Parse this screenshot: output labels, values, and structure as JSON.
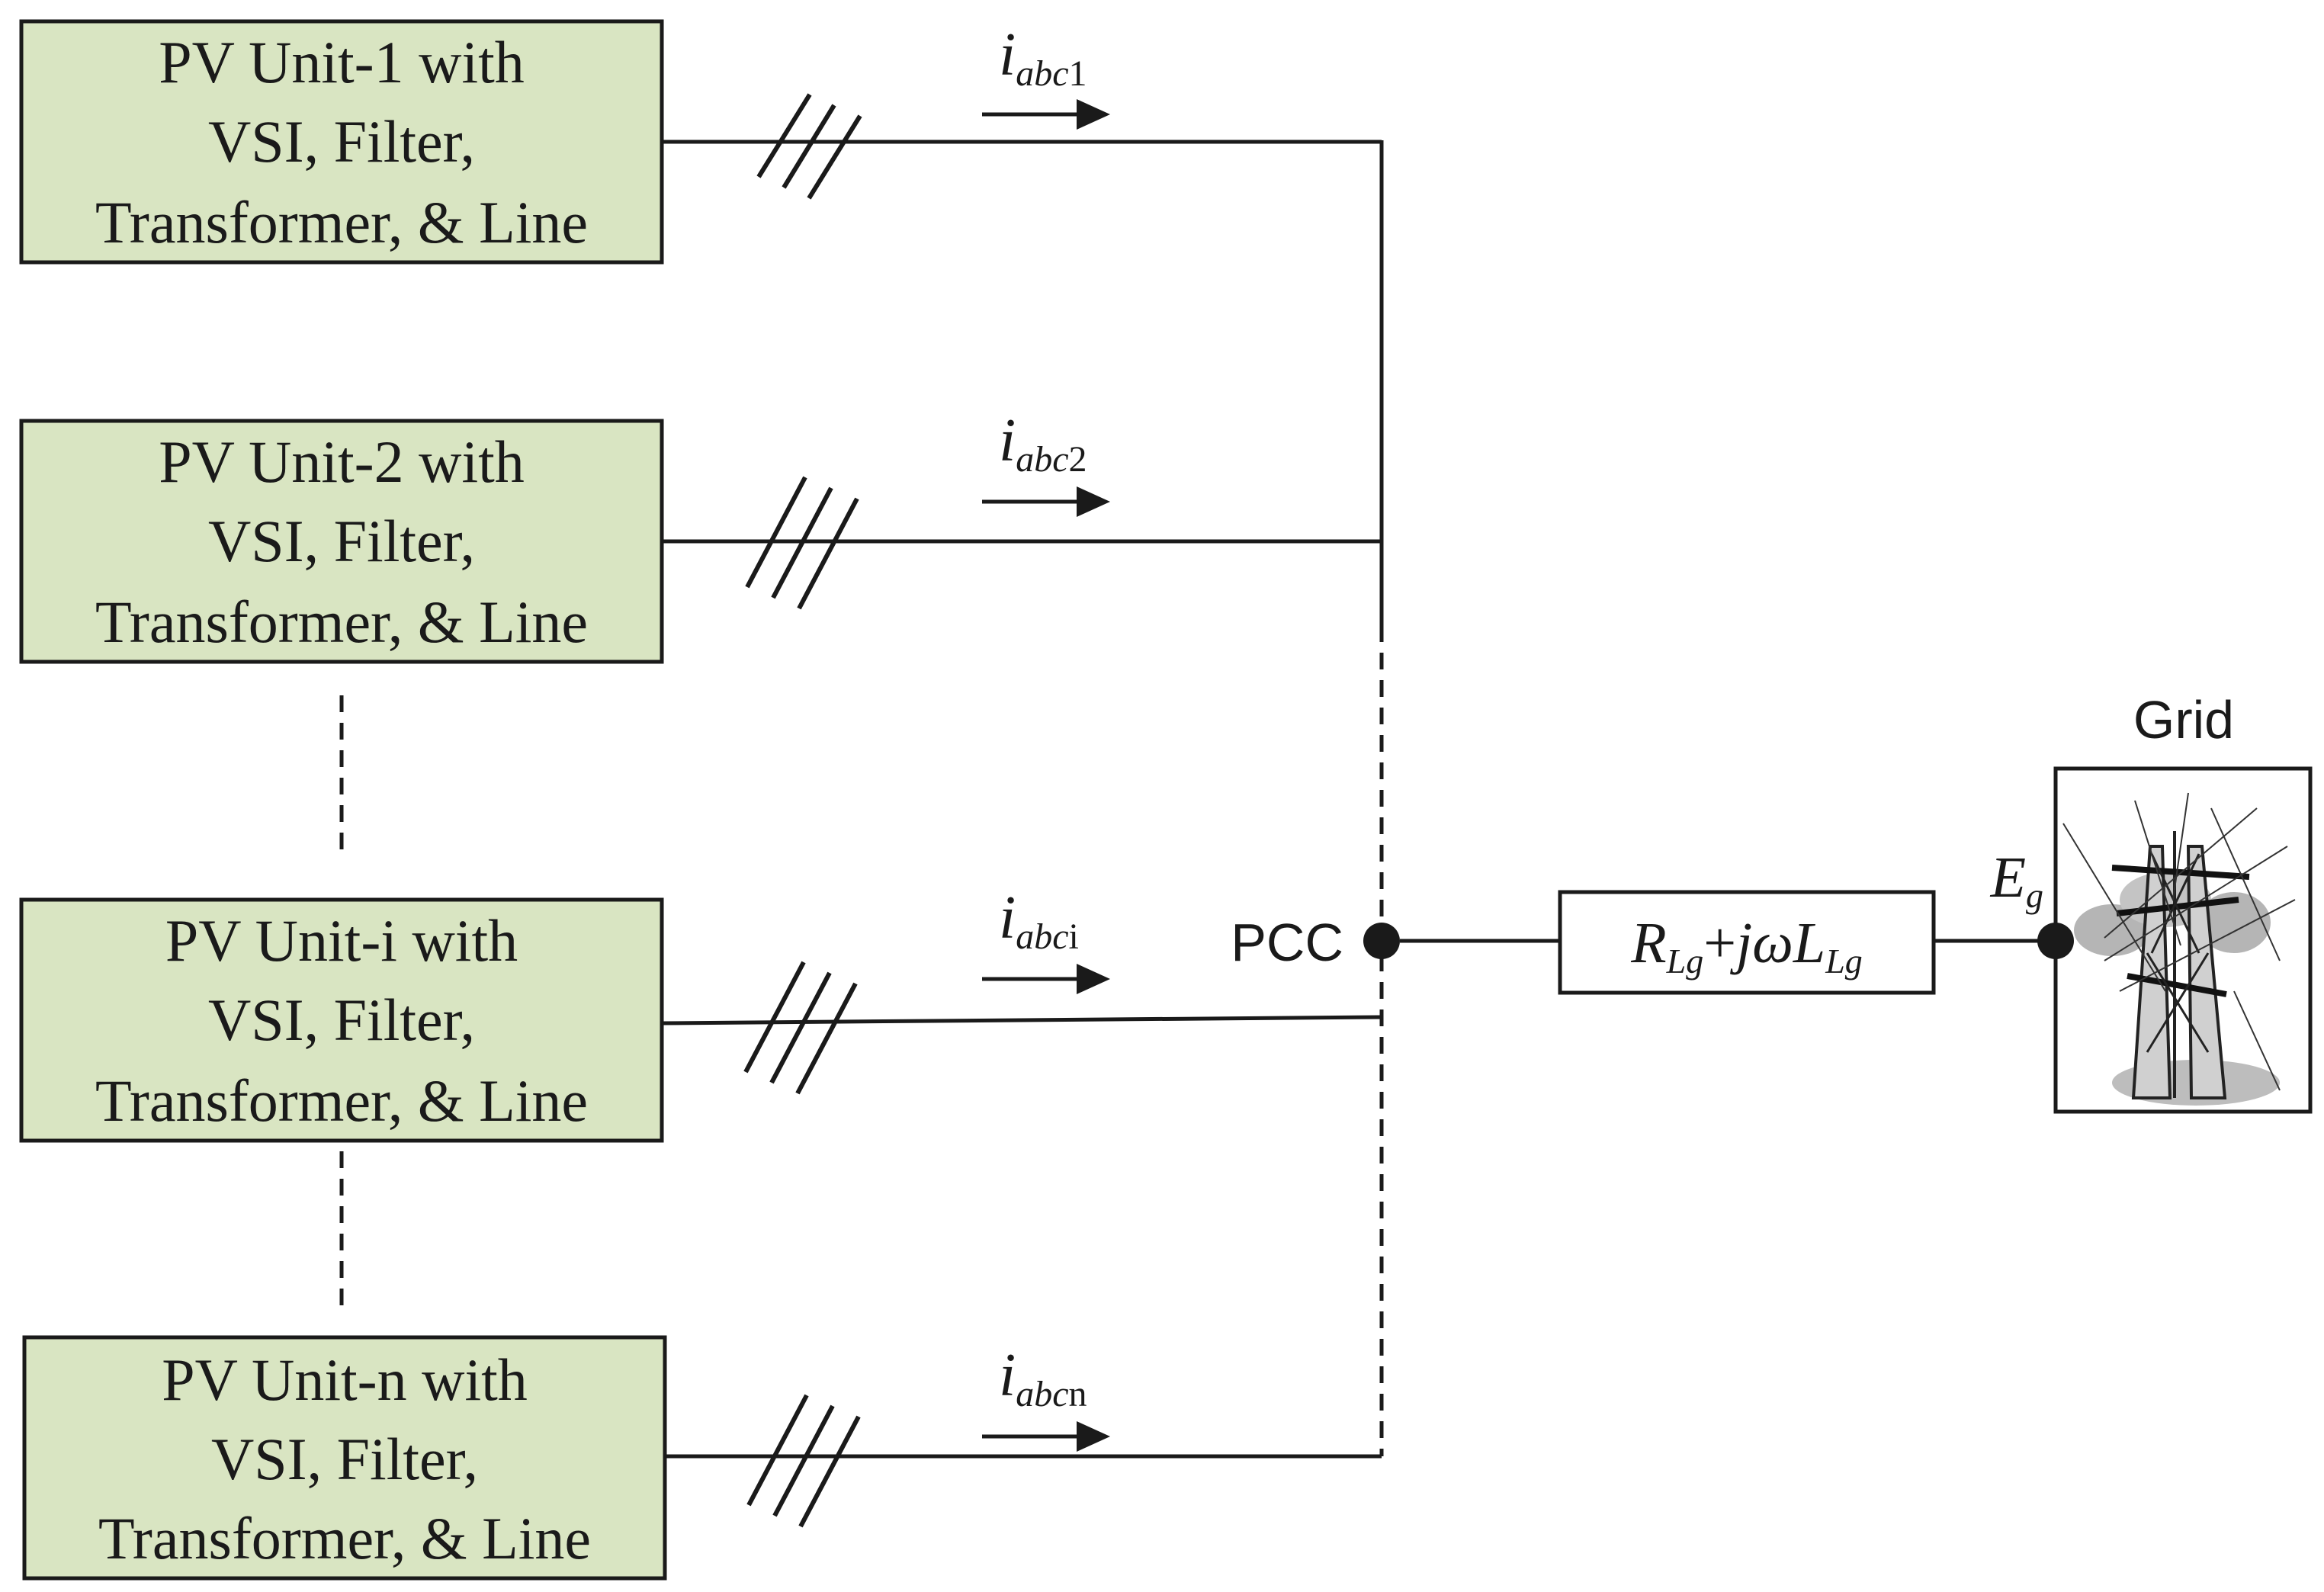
{
  "units": [
    {
      "lines": [
        "PV Unit-1 with",
        "VSI, Filter,",
        "Transformer, & Line"
      ],
      "current": {
        "symbol": "i",
        "sub_italic": "abc",
        "sub_plain": "1"
      }
    },
    {
      "lines": [
        "PV Unit-2 with",
        "VSI, Filter,",
        "Transformer, & Line"
      ],
      "current": {
        "symbol": "i",
        "sub_italic": "abc",
        "sub_plain": "2"
      }
    },
    {
      "lines": [
        "PV Unit-i with",
        "VSI, Filter,",
        "Transformer, & Line"
      ],
      "current": {
        "symbol": "i",
        "sub_italic": "abc",
        "sub_plain": "i"
      }
    },
    {
      "lines": [
        "PV Unit-n with",
        "VSI, Filter,",
        "Transformer, & Line"
      ],
      "current": {
        "symbol": "i",
        "sub_italic": "abc",
        "sub_plain": "n"
      }
    }
  ],
  "pcc_label": "PCC",
  "impedance": {
    "r": "R",
    "r_sub": "Lg",
    "plus": "+",
    "jw": "jω",
    "l": "L",
    "l_sub": "Lg"
  },
  "grid": {
    "title": "Grid",
    "voltage_symbol": "E",
    "voltage_sub": "g",
    "icon": "transmission-tower-icon"
  },
  "colors": {
    "unit_fill": "#d9e5c2",
    "stroke": "#1a1a1a"
  }
}
